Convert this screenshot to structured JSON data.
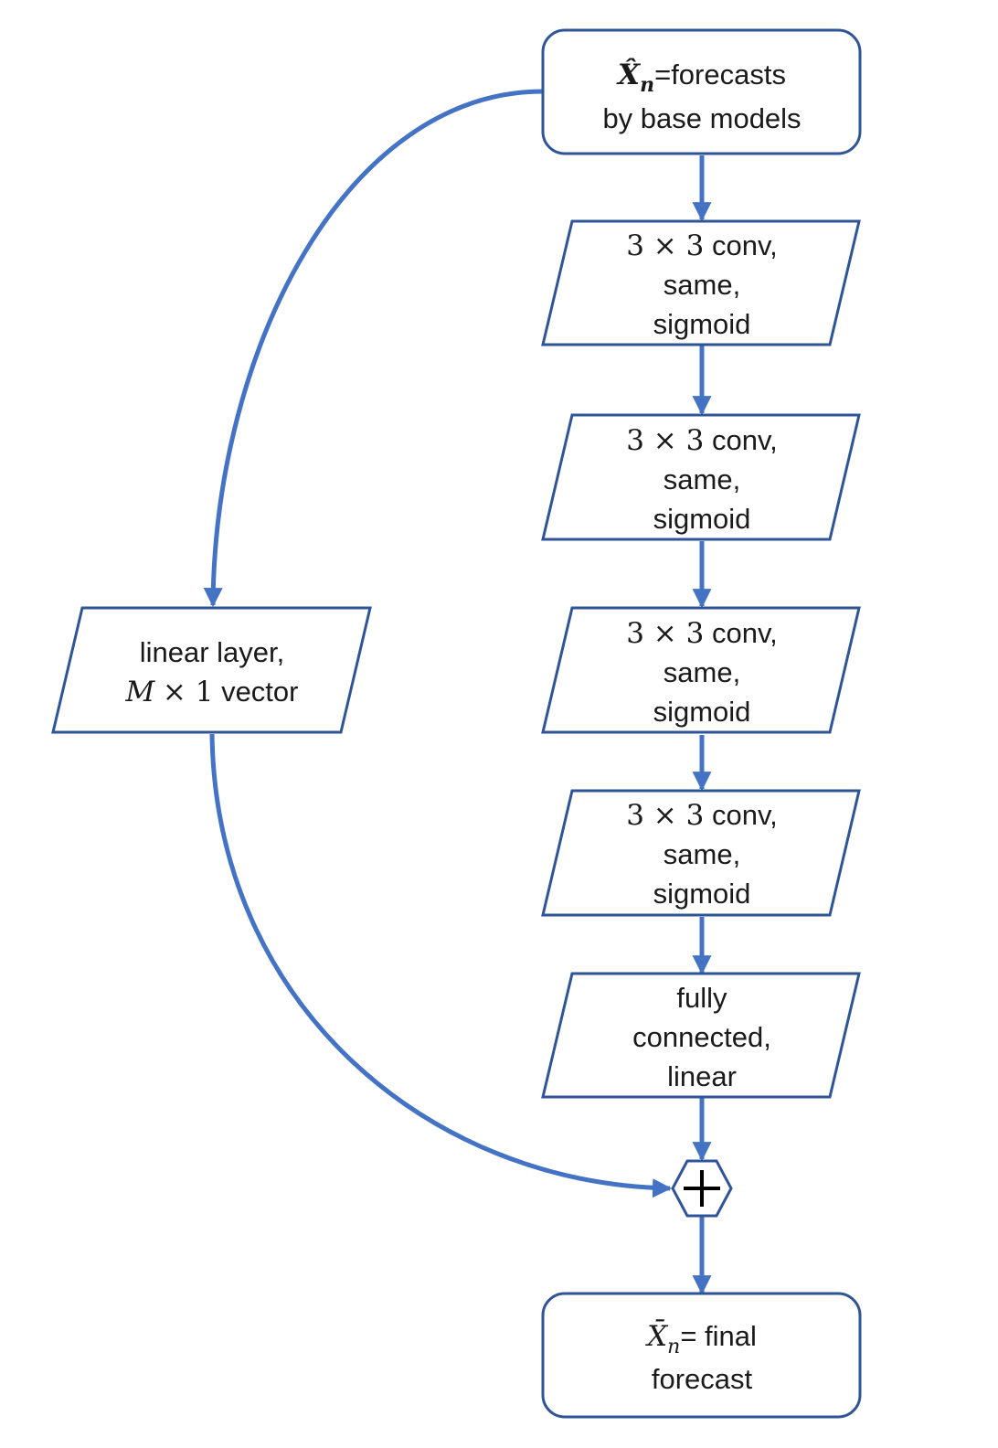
{
  "nodes": {
    "input": {
      "symbol": "X̂",
      "subscript": "n",
      "text": "=forecasts",
      "line2": "by base models"
    },
    "conv_layers": [
      {
        "kernel": "3 × 3",
        "op": "conv,",
        "padding": "same,",
        "activation": "sigmoid"
      },
      {
        "kernel": "3 × 3",
        "op": "conv,",
        "padding": "same,",
        "activation": "sigmoid"
      },
      {
        "kernel": "3 × 3",
        "op": "conv,",
        "padding": "same,",
        "activation": "sigmoid"
      },
      {
        "kernel": "3 × 3",
        "op": "conv,",
        "padding": "same,",
        "activation": "sigmoid"
      }
    ],
    "fc": {
      "line1": "fully",
      "line2": "connected,",
      "line3": "linear"
    },
    "linear": {
      "line1": "linear layer,",
      "symbol": "M",
      "dims": "× 1",
      "suffix": "vector"
    },
    "output": {
      "symbol": "X̄",
      "subscript": "n",
      "text": "= final",
      "line2": "forecast"
    }
  },
  "colors": {
    "arrow": "#4472c4",
    "border": "#2f5597"
  }
}
